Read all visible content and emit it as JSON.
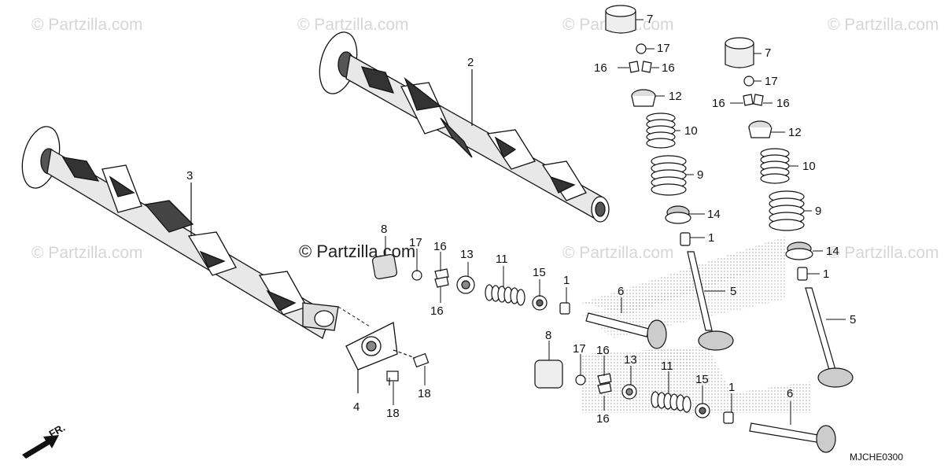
{
  "watermark": {
    "text": "© Partzilla.com"
  },
  "diagram_code": "MJCHE0300",
  "front_marker": "FR.",
  "callouts": {
    "c2": "2",
    "c3": "3",
    "c4": "4",
    "c5a": "5",
    "c5b": "5",
    "c6a": "6",
    "c6b": "6",
    "c7a": "7",
    "c7b": "7",
    "c8a": "8",
    "c8b": "8",
    "c9a": "9",
    "c9b": "9",
    "c10a": "10",
    "c10b": "10",
    "c11a": "11",
    "c11b": "11",
    "c12a": "12",
    "c12b": "12",
    "c13a": "13",
    "c13b": "13",
    "c14a": "14",
    "c14b": "14",
    "c15a": "15",
    "c15b": "15",
    "c16a": "16",
    "c16b": "16",
    "c16c": "16",
    "c16d": "16",
    "c16e": "16",
    "c16f": "16",
    "c16g": "16",
    "c16h": "16",
    "c17a": "17",
    "c17b": "17",
    "c17c": "17",
    "c17d": "17",
    "c18a": "18",
    "c18b": "18",
    "c1a": "1",
    "c1b": "1",
    "c1c": "1",
    "c1d": "1"
  }
}
